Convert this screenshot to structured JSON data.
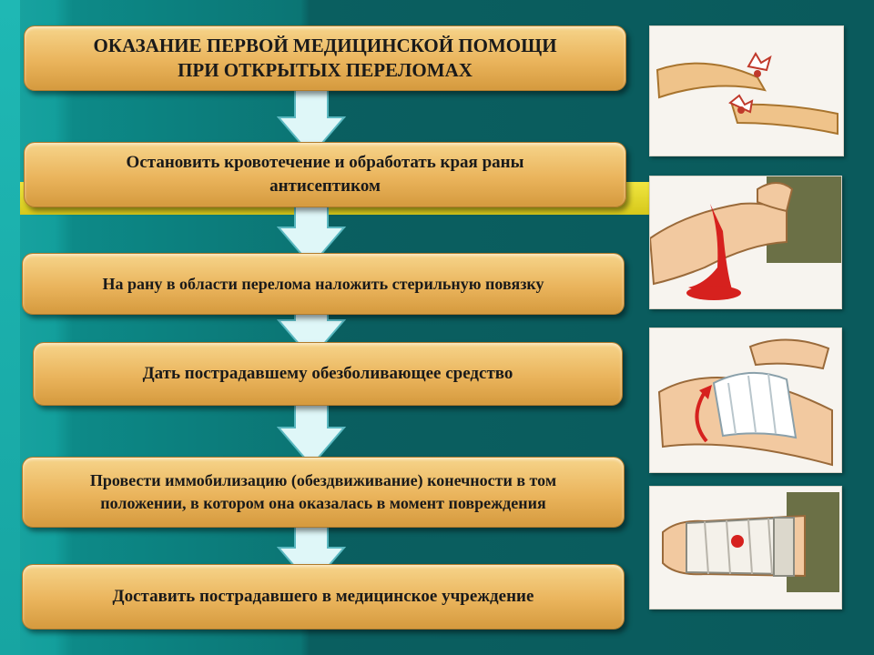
{
  "steps": [
    {
      "lines": [
        "ОКАЗАНИЕ  ПЕРВОЙ  МЕДИЦИНСКОЙ ПОМОЩИ",
        "ПРИ ОТКРЫТЫХ ПЕРЕЛОМАХ"
      ]
    },
    {
      "lines": [
        "Остановить кровотечение и обработать края раны",
        "антисептиком"
      ]
    },
    {
      "lines": [
        "На рану в области перелома наложить стерильную повязку"
      ]
    },
    {
      "lines": [
        "Дать пострадавшему обезболивающее средство"
      ]
    },
    {
      "lines": [
        "Провести  иммобилизацию (обездвиживание) конечности в том",
        "положении, в котором она оказалась в момент повреждения"
      ]
    },
    {
      "lines": [
        "Доставить пострадавшего в медицинское учреждение"
      ]
    }
  ],
  "illustrations": [
    "broken-bone-icon",
    "bleeding-arm-icon",
    "bandaging-icon",
    "splinted-limb-icon"
  ],
  "colors": {
    "box": "#eab45c",
    "arrow": "#dff7f8",
    "accent_line": "#e6da2a",
    "background": "#0a5a5c"
  }
}
